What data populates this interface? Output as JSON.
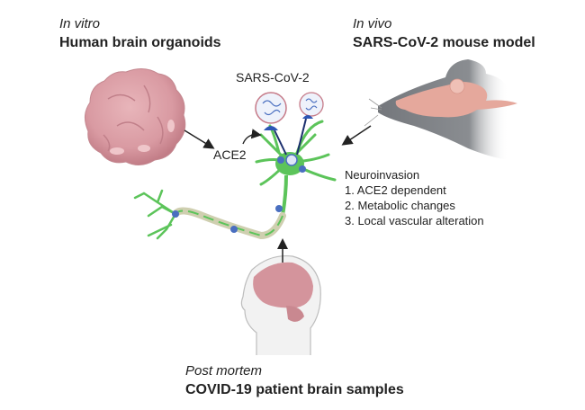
{
  "panels": {
    "in_vitro": {
      "mode": "In vitro",
      "title": "Human brain organoids"
    },
    "in_vivo": {
      "mode": "In vivo",
      "title": "SARS-CoV-2 mouse model"
    },
    "post_mortem": {
      "mode": "Post mortem",
      "title": "COVID-19 patient brain samples"
    }
  },
  "center": {
    "virus_label": "SARS-CoV-2",
    "receptor_label": "ACE2"
  },
  "neuroinvasion": {
    "heading": "Neuroinvasion",
    "items": [
      "1. ACE2 dependent",
      "2. Metabolic changes",
      "3. Local vascular alteration"
    ]
  },
  "colors": {
    "neuron": "#5cc45a",
    "virus": "#4a6fc0",
    "brain_tissue": "#d4949c",
    "mouse": "#7c7f84",
    "axon_myelin": "#cfcfb0"
  }
}
